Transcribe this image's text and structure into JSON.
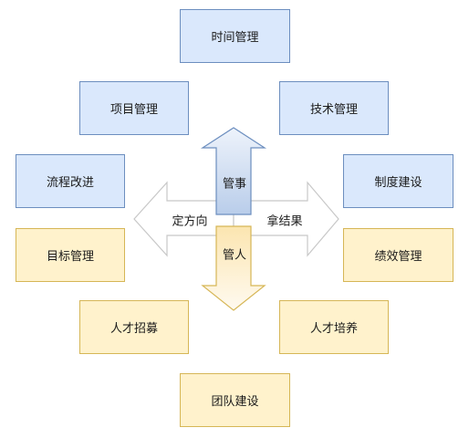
{
  "boxes": {
    "time_mgmt": "时间管理",
    "project_mgmt": "项目管理",
    "tech_mgmt": "技术管理",
    "process_improve": "流程改进",
    "system_build": "制度建设",
    "goal_mgmt": "目标管理",
    "perf_mgmt": "绩效管理",
    "recruit": "人才招募",
    "talent_dev": "人才培养",
    "team_build": "团队建设"
  },
  "arrows": {
    "up": "管事",
    "left": "定方向",
    "right": "拿结果",
    "down": "管人"
  },
  "colors": {
    "blue_fill": "#dae8fc",
    "blue_stroke": "#6c8ebf",
    "yellow_fill": "#fff2cc",
    "yellow_stroke": "#d6b656",
    "white_arrow_stroke": "#c8c8c8"
  }
}
